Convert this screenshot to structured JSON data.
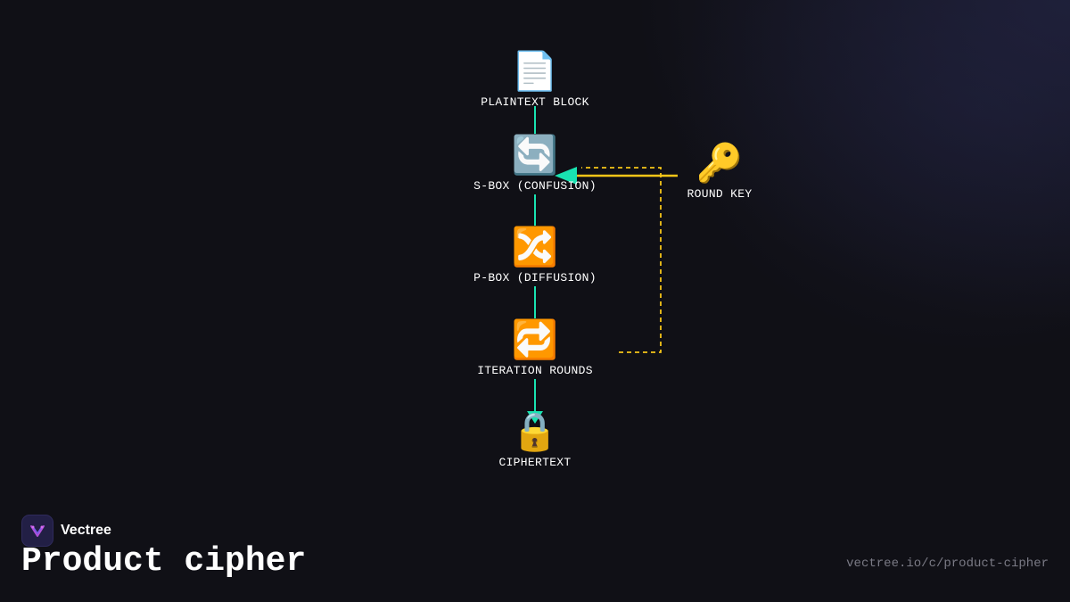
{
  "diagram": {
    "nodes": [
      {
        "id": "plaintext",
        "icon": "page-icon",
        "glyph": "📄",
        "label": "PLAINTEXT BLOCK"
      },
      {
        "id": "sbox",
        "icon": "arrows-cycle-icon",
        "glyph": "🔄",
        "label": "S-BOX (CONFUSION)"
      },
      {
        "id": "pbox",
        "icon": "shuffle-icon",
        "glyph": "🔀",
        "label": "P-BOX (DIFFUSION)"
      },
      {
        "id": "rounds",
        "icon": "repeat-icon",
        "glyph": "🔁",
        "label": "ITERATION ROUNDS"
      },
      {
        "id": "ciphertext",
        "icon": "lock-icon",
        "glyph": "🔒",
        "label": "CIPHERTEXT"
      },
      {
        "id": "roundkey",
        "icon": "key-icon",
        "glyph": "🔑",
        "label": "ROUND KEY"
      }
    ],
    "edges": [
      {
        "from": "plaintext",
        "to": "sbox",
        "style": "solid",
        "color": "#19e3b1"
      },
      {
        "from": "sbox",
        "to": "pbox",
        "style": "solid",
        "color": "#19e3b1"
      },
      {
        "from": "pbox",
        "to": "rounds",
        "style": "solid",
        "color": "#19e3b1"
      },
      {
        "from": "rounds",
        "to": "ciphertext",
        "style": "solid",
        "color": "#19e3b1"
      },
      {
        "from": "roundkey",
        "to": "sbox",
        "style": "solid",
        "color": "#f5c518"
      },
      {
        "from": "rounds",
        "to": "sbox",
        "style": "dashed",
        "color": "#f5c518"
      }
    ]
  },
  "brand": {
    "name": "Vectree",
    "logo_icon": "vectree-logo-icon"
  },
  "title": "Product cipher",
  "url": "vectree.io/c/product-cipher",
  "colors": {
    "background": "#101016",
    "flow": "#19e3b1",
    "key": "#f5c518",
    "muted_text": "#7a7a85"
  }
}
